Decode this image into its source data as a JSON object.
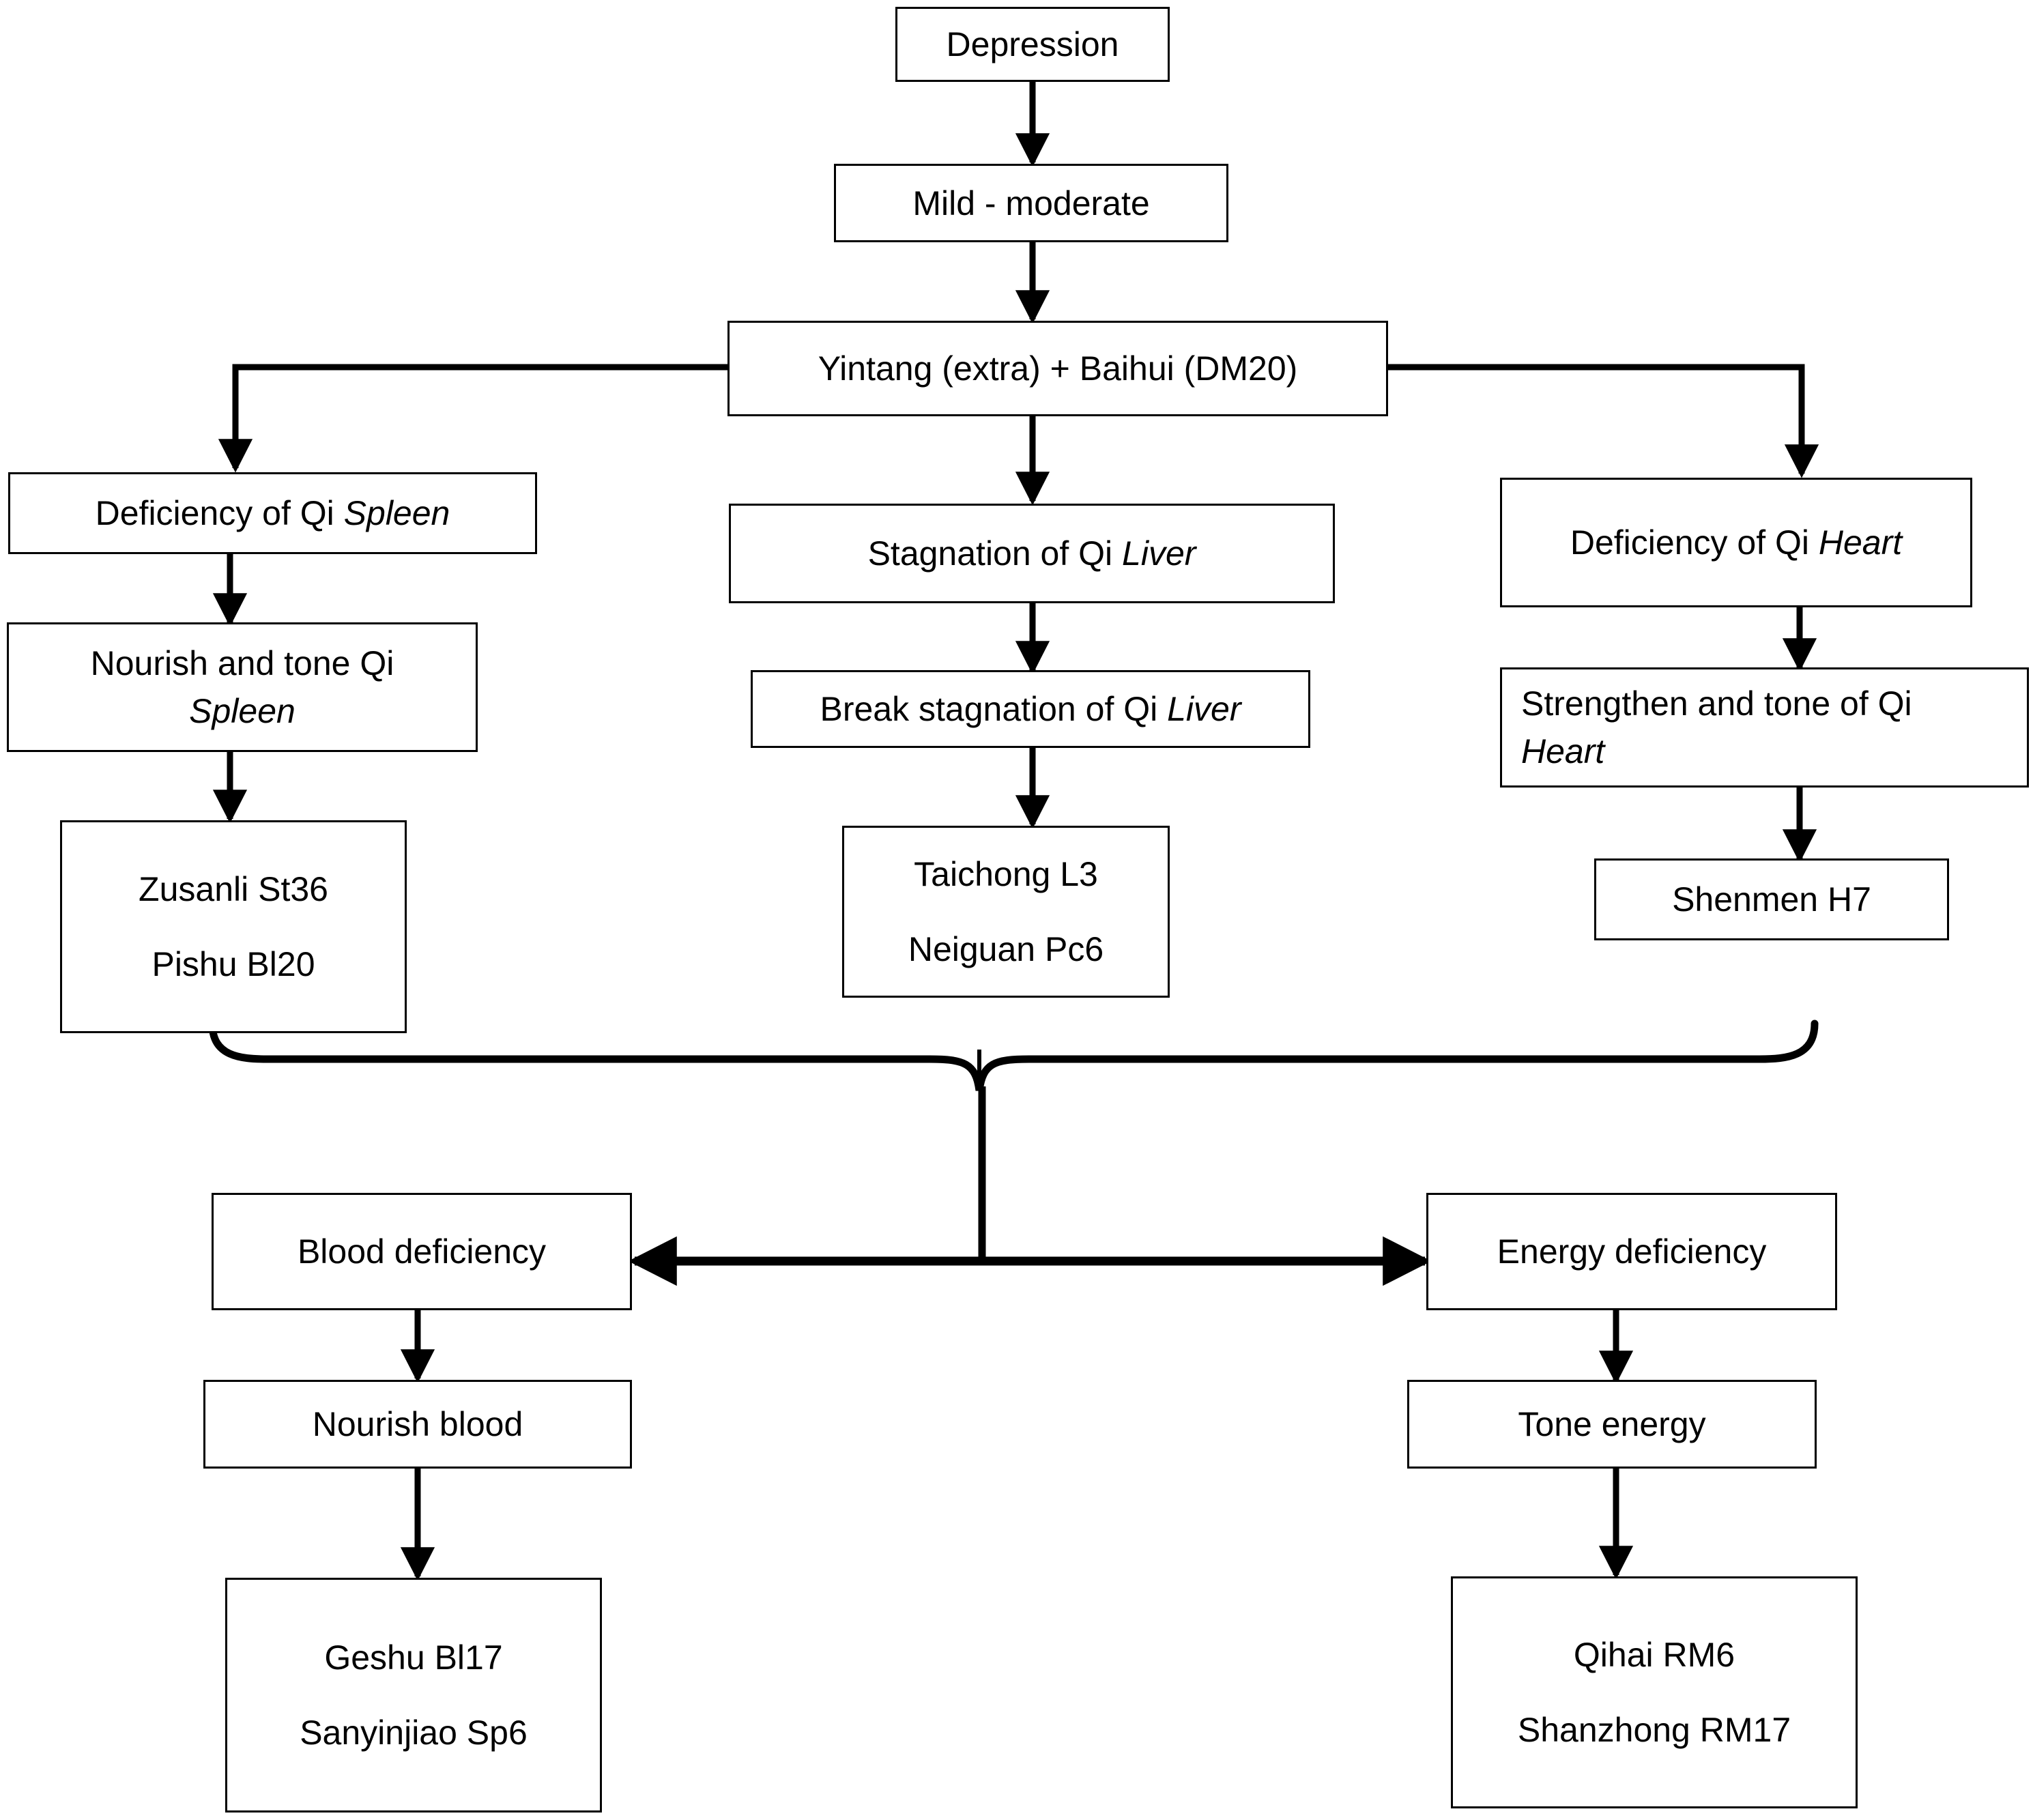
{
  "diagram": {
    "title_present": false,
    "colors": {
      "stroke": "#000000",
      "fill": "#ffffff",
      "text": "#000000"
    },
    "nodes": {
      "depression": {
        "label": "Depression"
      },
      "severity": {
        "label": "Mild - moderate"
      },
      "base_points": {
        "label": "Yintang (extra) + Baihui (DM20)"
      },
      "spleen_pattern": {
        "label_plain": "Deficiency of Qi ",
        "label_italic": "Spleen"
      },
      "spleen_principle": {
        "line1_plain": "Nourish and tone Qi",
        "line2_italic": "Spleen"
      },
      "spleen_points": {
        "line1": "Zusanli St36",
        "line2": "Pishu Bl20"
      },
      "liver_pattern": {
        "label_plain": "Stagnation of Qi ",
        "label_italic": "Liver"
      },
      "liver_principle": {
        "label_plain": "Break stagnation of Qi ",
        "label_italic": "Liver"
      },
      "liver_points": {
        "line1": "Taichong L3",
        "line2": "Neiguan Pc6"
      },
      "heart_pattern": {
        "label_plain": "Deficiency of Qi ",
        "label_italic": "Heart"
      },
      "heart_principle": {
        "line1_plain": "Strengthen and tone of Qi",
        "line2_italic": "Heart"
      },
      "heart_points": {
        "label": "Shenmen H7"
      },
      "blood_pattern": {
        "label": "Blood deficiency"
      },
      "blood_principle": {
        "label": "Nourish blood"
      },
      "blood_points": {
        "line1": "Geshu Bl17",
        "line2": "Sanyinjiao Sp6"
      },
      "energy_pattern": {
        "label": "Energy deficiency"
      },
      "energy_principle": {
        "label": "Tone energy"
      },
      "energy_points": {
        "line1": "Qihai RM6",
        "line2": "Shanzhong RM17"
      }
    },
    "edges": [
      {
        "from": "depression",
        "to": "severity",
        "kind": "arrow-down"
      },
      {
        "from": "severity",
        "to": "base_points",
        "kind": "arrow-down"
      },
      {
        "from": "base_points",
        "to": "spleen_pattern",
        "kind": "elbow-left-down"
      },
      {
        "from": "base_points",
        "to": "liver_pattern",
        "kind": "arrow-down"
      },
      {
        "from": "base_points",
        "to": "heart_pattern",
        "kind": "elbow-right-down"
      },
      {
        "from": "spleen_pattern",
        "to": "spleen_principle",
        "kind": "arrow-down"
      },
      {
        "from": "spleen_principle",
        "to": "spleen_points",
        "kind": "arrow-down"
      },
      {
        "from": "liver_pattern",
        "to": "liver_principle",
        "kind": "arrow-down"
      },
      {
        "from": "liver_principle",
        "to": "liver_points",
        "kind": "arrow-down"
      },
      {
        "from": "heart_pattern",
        "to": "heart_principle",
        "kind": "arrow-down"
      },
      {
        "from": "heart_principle",
        "to": "heart_points",
        "kind": "arrow-down"
      },
      {
        "from": "spleen_points,liver_points,heart_points",
        "to": "split",
        "kind": "curly-brace-converge"
      },
      {
        "from": "split",
        "to": "blood_pattern",
        "kind": "arrow-left"
      },
      {
        "from": "split",
        "to": "energy_pattern",
        "kind": "arrow-right"
      },
      {
        "from": "blood_pattern",
        "to": "blood_principle",
        "kind": "arrow-down"
      },
      {
        "from": "blood_principle",
        "to": "blood_points",
        "kind": "arrow-down"
      },
      {
        "from": "energy_pattern",
        "to": "energy_principle",
        "kind": "arrow-down"
      },
      {
        "from": "energy_principle",
        "to": "energy_points",
        "kind": "arrow-down"
      }
    ]
  }
}
